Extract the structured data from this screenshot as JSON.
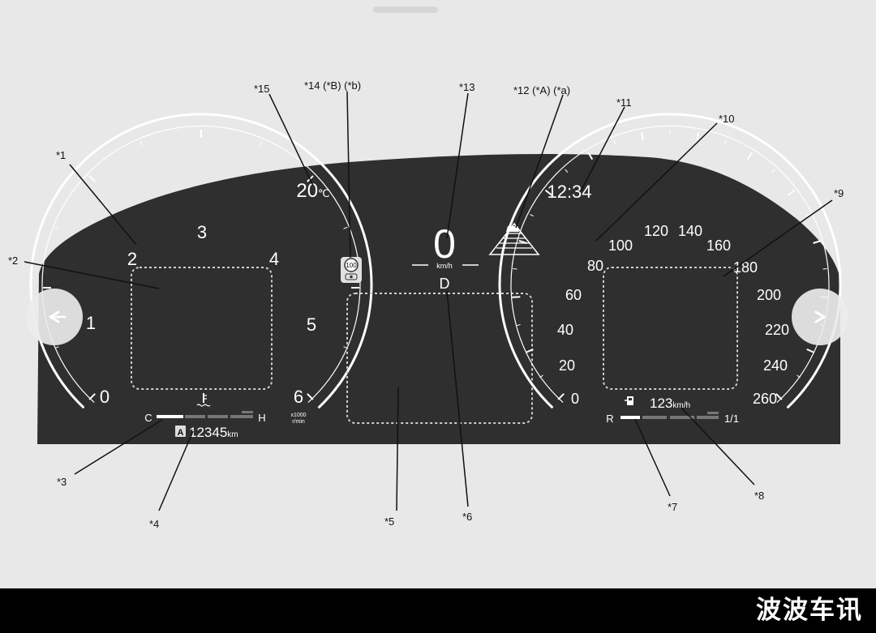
{
  "colors": {
    "background": "#e8e8e8",
    "cluster": "#2f2f2f",
    "display_text": "#ffffff",
    "callout": "#111111",
    "dotted_panel": "#cfcfcf",
    "bottom_bar": "#000000"
  },
  "callouts": [
    "*1",
    "*2",
    "*3",
    "*4",
    "*5",
    "*6",
    "*7",
    "*8",
    "*9",
    "*10",
    "*11",
    "*12 (*A) (*a)",
    "*13",
    "*14 (*B) (*b)",
    "*15"
  ],
  "tachometer": {
    "labels": [
      "0",
      "1",
      "2",
      "3",
      "4",
      "5",
      "6"
    ],
    "unit_line1": "x1000",
    "unit_line2": "r/min"
  },
  "speedometer": {
    "labels": [
      "0",
      "20",
      "40",
      "60",
      "80",
      "100",
      "120",
      "140",
      "160",
      "180",
      "200",
      "220",
      "240",
      "260"
    ]
  },
  "temperature": {
    "value": "20",
    "unit": "℃"
  },
  "clock": "12:34",
  "speed": {
    "value": "0",
    "unit": "km/h"
  },
  "gear": "D",
  "speed_sign": "100",
  "coolant": {
    "cold": "C",
    "hot": "H"
  },
  "odometer": {
    "mode": "A",
    "value": "12345",
    "unit": "km"
  },
  "range": {
    "value": "123",
    "unit": "km/h"
  },
  "fuel": {
    "empty": "R",
    "full": "1/1"
  },
  "watermark": "波波车讯",
  "icons": {
    "lane": "lane-keep-assist-icon",
    "sign": "speed-limit-sign-icon",
    "coolant": "coolant-temperature-icon",
    "fuel": "fuel-pump-icon",
    "nav_prev": "prev-arrow-icon",
    "nav_next": "next-arrow-icon"
  }
}
